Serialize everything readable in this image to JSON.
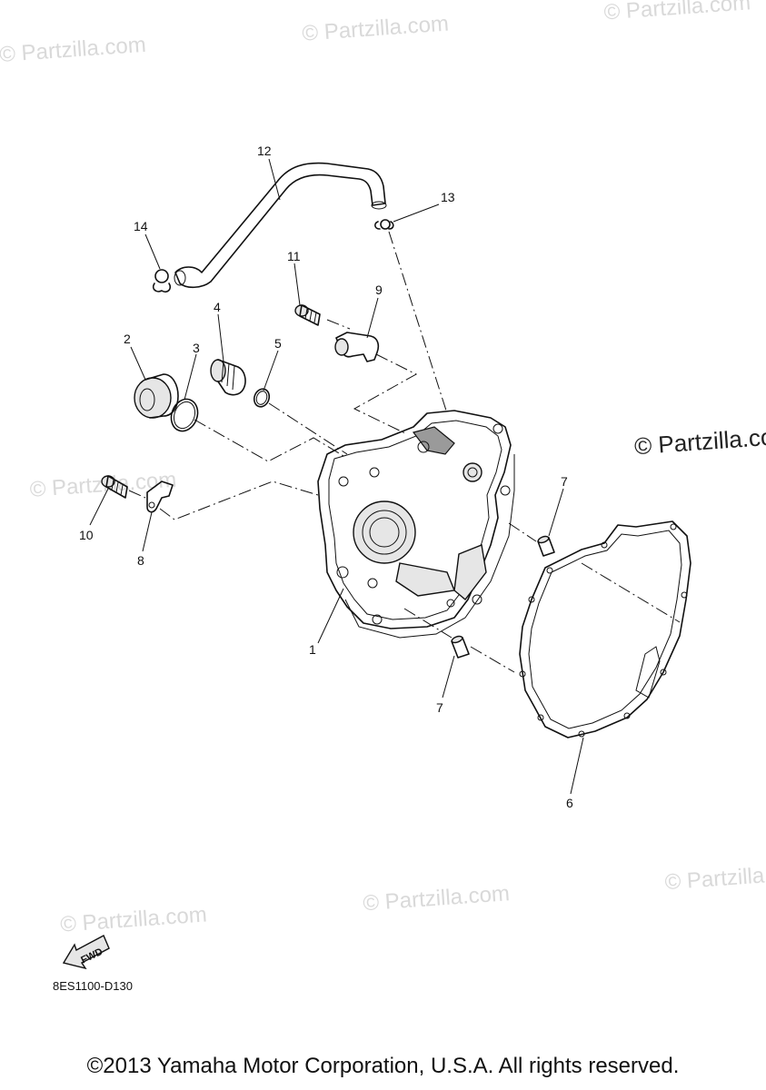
{
  "watermarks": {
    "small": "© Partzilla.com",
    "large": "© Partzilla.co"
  },
  "callouts": {
    "c1": "1",
    "c2": "2",
    "c3": "3",
    "c4": "4",
    "c5": "5",
    "c6": "6",
    "c7a": "7",
    "c7b": "7",
    "c8": "8",
    "c9": "9",
    "c10": "10",
    "c11": "11",
    "c12": "12",
    "c13": "13",
    "c14": "14"
  },
  "fwd_label": "FWD",
  "diagram_code": "8ES1100-D130",
  "copyright": "©2013 Yamaha Motor Corporation, U.S.A. All rights reserved."
}
